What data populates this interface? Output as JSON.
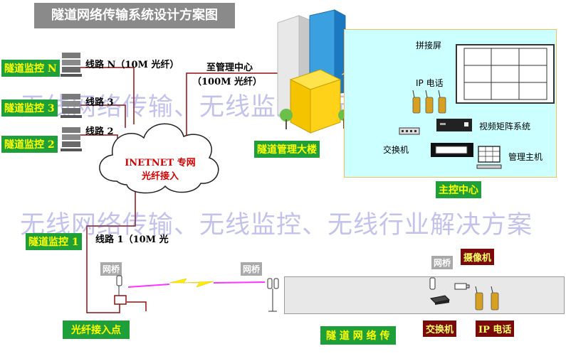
{
  "title": "隧道网络传输系统设计方案图",
  "watermark": "无线网络传输、无线监控、无线行业解决方案",
  "monitors": {
    "n": "隧道监控 N",
    "three": "隧道监控 3",
    "two": "隧道监控 2",
    "one": "隧道监控 1"
  },
  "lines": {
    "n": "线路 N（10M 光纤）",
    "three": "线路 3",
    "two": "线路 2",
    "one": "线路 1（10M 光"
  },
  "cloud": {
    "line1": "INETNET 专网",
    "line2": "光纤接入"
  },
  "uplink": {
    "line1": "至管理中心",
    "line2": "（100M 光纤）"
  },
  "building_label": "隧道管理大楼",
  "control_center": {
    "label": "主控中心",
    "splice_screen": "拼接屏",
    "ip_phone": "IP 电话",
    "switch": "交换机",
    "video_matrix": "视频矩阵系统",
    "host": "管理主机"
  },
  "bridge": "网桥",
  "fiber_access": "光纤接入点",
  "tunnel_network": "隧 道 网 络 传",
  "tunnel_devices": {
    "camera": "摄像机",
    "switch": "交换机",
    "ip_phone": "IP 电话"
  },
  "colors": {
    "label_green": "#1f9f3a",
    "label_yellow": "#ffff00",
    "line_red": "#8b1010",
    "wireless_magenta": "#ff33ff",
    "lightning_yellow": "#ffee00"
  }
}
